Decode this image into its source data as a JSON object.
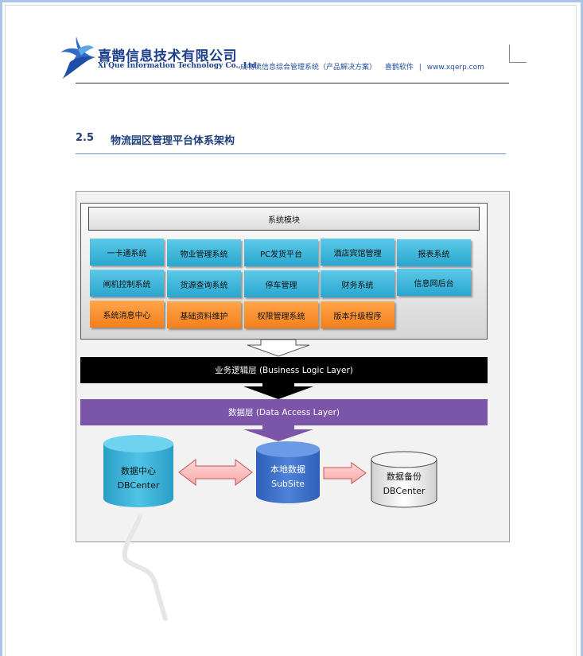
{
  "header": {
    "company_cn": "喜鹊信息技术有限公司",
    "company_en": "Xi'Que Information Technology Co., Ltd.",
    "doc_title": "成物流信息综合管理系统（产品解决方案）",
    "brand": "喜鹊软件",
    "separator": "|",
    "website": "www.xqerp.com"
  },
  "section": {
    "number": "2.5",
    "title": "物流园区管理平台体系架构"
  },
  "diagram": {
    "modules_title": "系统模块",
    "modules": [
      {
        "label": "一卡通系统",
        "color": "blue"
      },
      {
        "label": "物业管理系统",
        "color": "blue"
      },
      {
        "label": "PC发货平台",
        "color": "blue"
      },
      {
        "label": "酒店宾馆管理",
        "color": "blue"
      },
      {
        "label": "报表系统",
        "color": "blue"
      },
      {
        "label": "闸机控制系统",
        "color": "blue"
      },
      {
        "label": "货源查询系统",
        "color": "blue"
      },
      {
        "label": "停车管理",
        "color": "blue"
      },
      {
        "label": "财务系统",
        "color": "blue"
      },
      {
        "label": "信息网后台",
        "color": "blue"
      },
      {
        "label": "系统消息中心",
        "color": "orange"
      },
      {
        "label": "基础资料维护",
        "color": "orange"
      },
      {
        "label": "权限管理系统",
        "color": "orange"
      },
      {
        "label": "版本升级程序",
        "color": "orange"
      }
    ],
    "business_layer": "业务逻辑层 (Business Logic Layer)",
    "data_layer": "数据层 (Data Access Layer)",
    "db_center": {
      "line1": "数据中心",
      "line2": "DBCenter"
    },
    "local_db": {
      "line1": "本地数据",
      "line2": "SubSite"
    },
    "backup_db": {
      "line1": "数据备份",
      "line2": "DBCenter"
    }
  },
  "colors": {
    "module_blue": "#2aa6cf",
    "module_orange": "#f37f1c",
    "data_layer_purple": "#7a55a8",
    "business_layer_black": "#000000",
    "heading_blue": "#1f3f7a"
  }
}
